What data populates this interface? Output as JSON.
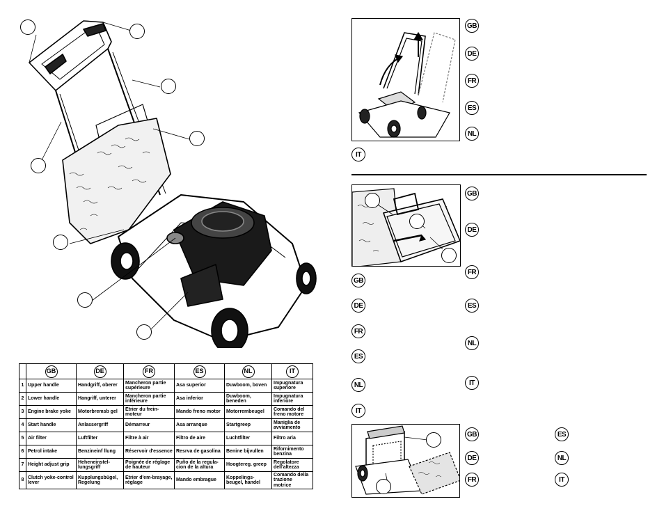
{
  "languages": {
    "gb": "GB",
    "de": "DE",
    "fr": "FR",
    "es": "ES",
    "nl": "NL",
    "it": "IT"
  },
  "parts_table": {
    "headers": [
      "GB",
      "DE",
      "FR",
      "ES",
      "NL",
      "IT"
    ],
    "rows": [
      {
        "num": "1",
        "gb": "Upper handle",
        "de": "Handgriff, oberer",
        "fr": "Mancheron partie supérieure",
        "es": "Asa superior",
        "nl": "Duwboom, boven",
        "it": "Impugnatura superiore"
      },
      {
        "num": "2",
        "gb": "Lower handle",
        "de": "Hangriff, unterer",
        "fr": "Mancheron partie inférieure",
        "es": "Asa inferior",
        "nl": "Duwboom, beneden",
        "it": "Impugnatura inferiore"
      },
      {
        "num": "3",
        "gb": "Engine brake yoke",
        "de": "Motorbremsb gel",
        "fr": "Etrier du frein-moteur",
        "es": "Mando freno motor",
        "nl": "Motorrembeugel",
        "it": "Comando del freno motore"
      },
      {
        "num": "4",
        "gb": "Start handle",
        "de": "Anlassergriff",
        "fr": "Démarreur",
        "es": "Asa arranque",
        "nl": "Startgreep",
        "it": "Maniglia de avviamento"
      },
      {
        "num": "5",
        "gb": "Air filter",
        "de": "Luftfilter",
        "fr": "Filtre à air",
        "es": "Filtro de aire",
        "nl": "Luchtfilter",
        "it": "Filtro aria"
      },
      {
        "num": "6",
        "gb": "Petrol intake",
        "de": "Benzineinf llung",
        "fr": "Réservoir d'essence",
        "es": "Resrva de gasolina",
        "nl": "Benine bijvullen",
        "it": "Rifornimento benzina"
      },
      {
        "num": "7",
        "gb": "Height adjust grip",
        "de": "Heheneinstel-lungsgriff",
        "fr": "Poignée de réglage de hauteur",
        "es": "Puño de la regula-cion de la altura",
        "nl": "Hoogtereg. greep",
        "it": "Regolatore dell'altezza"
      },
      {
        "num": "8",
        "gb": "Clutch yoke-control lever",
        "de": "Kupplungsbügel, Regelung",
        "fr": "Etrier d'em-brayage, réglage",
        "es": "Mando embrague",
        "nl": "Koppelings-beugel, handel",
        "it": "Comando della trazione motrice"
      }
    ]
  }
}
